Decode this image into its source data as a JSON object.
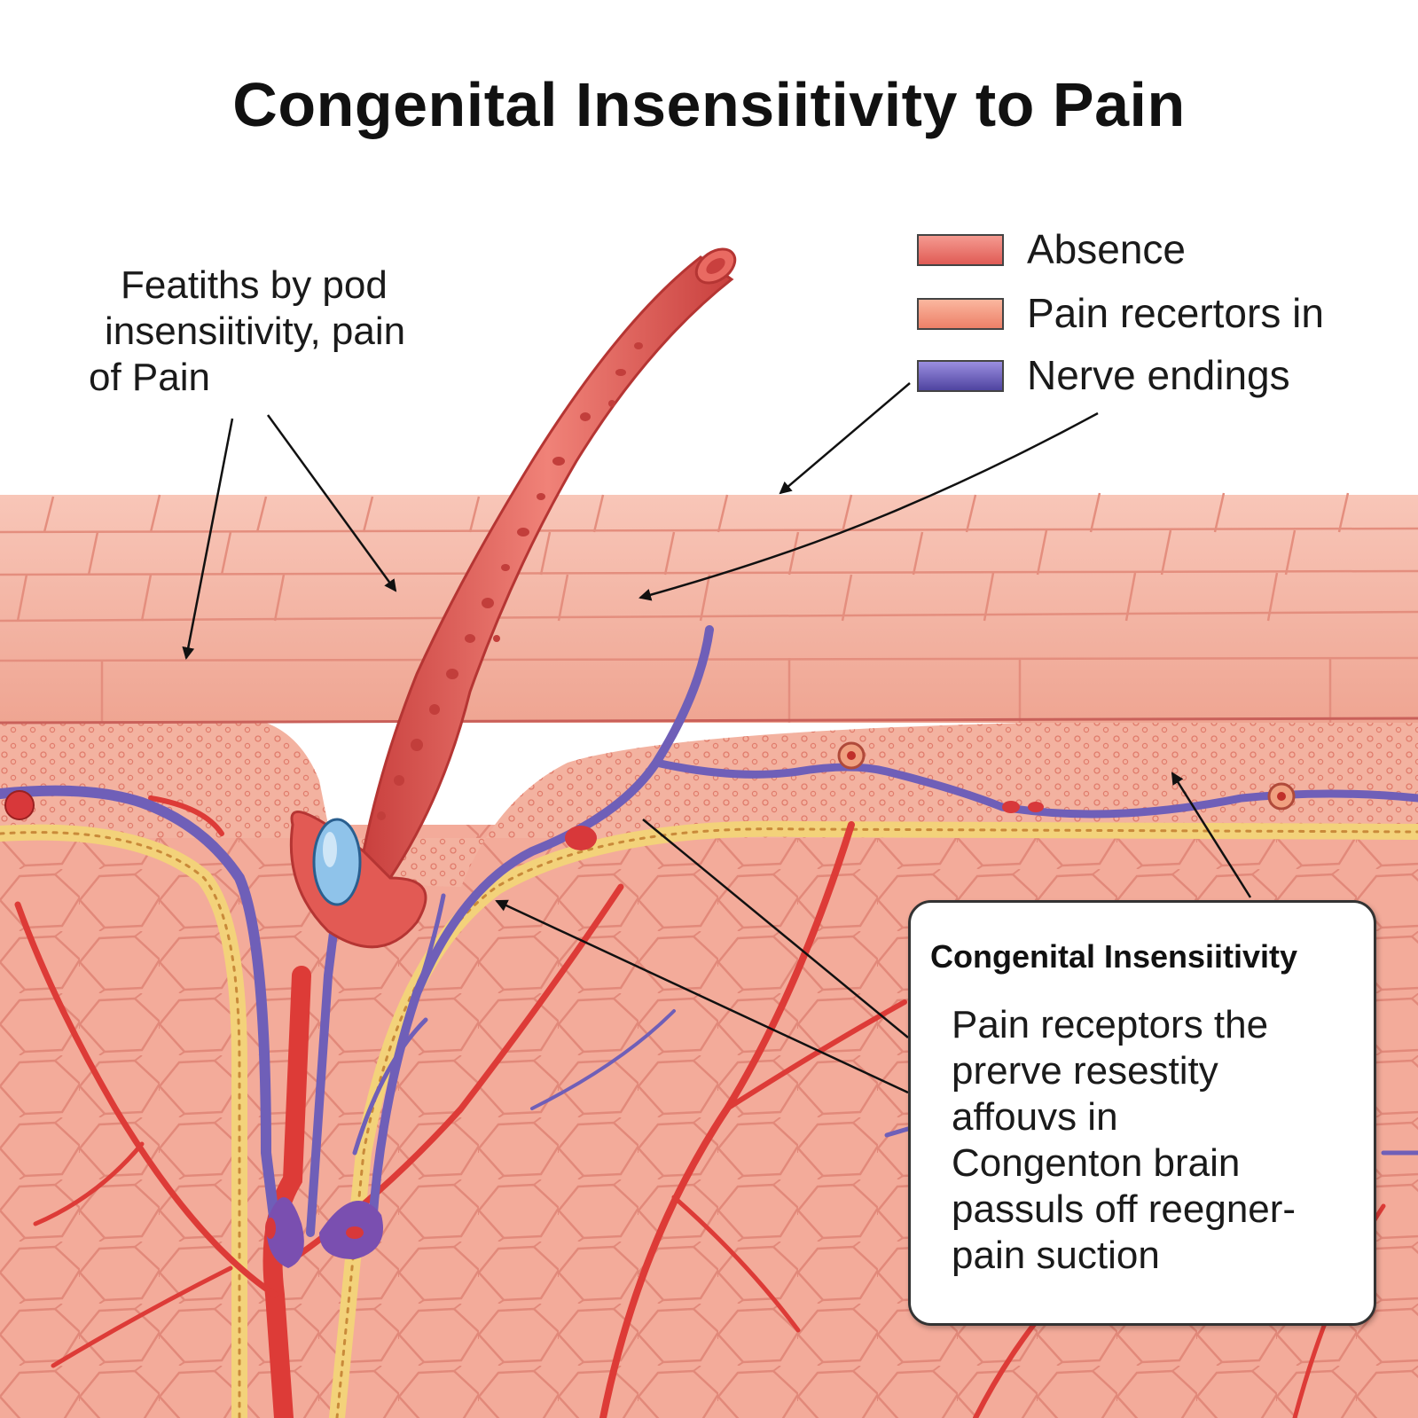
{
  "title": "Congenital Insensiitivity to Pain",
  "note": {
    "lines": [
      "Featiths by pod",
      "insensiitivity, pain",
      "of Pain"
    ]
  },
  "legend": {
    "items": [
      {
        "label": "Absence",
        "color": "#e8746a"
      },
      {
        "label": "Pain recertors in",
        "color": "#f29a80"
      },
      {
        "label": "Nerve endings",
        "color": "#6f5fb8"
      }
    ]
  },
  "infobox": {
    "title": "Congenital Insensiitivity",
    "lines": [
      "Pain receptors the",
      "prerve resestity",
      "affouvs in",
      "Congenton brain",
      "passuls off reegner-",
      "pain suction"
    ]
  },
  "colors": {
    "skin_surface": "#f4b3a3",
    "dermis": "#f0a796",
    "vessel": "#e0443f",
    "nerve": "#6f5fb8",
    "fat_layer": "#f3d27a",
    "hair_shaft": "#e96a62",
    "bulb": "#8fc3ea"
  }
}
